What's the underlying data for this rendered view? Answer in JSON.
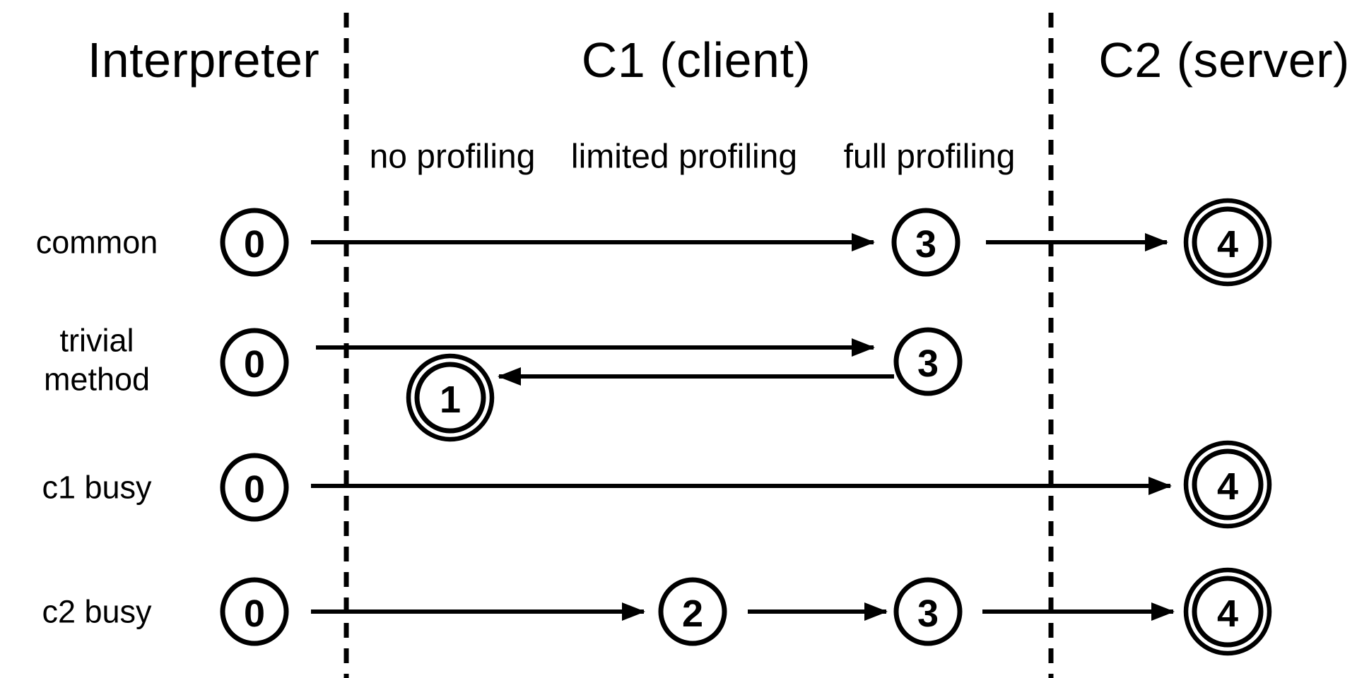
{
  "lanes": {
    "interpreter": {
      "label": "Interpreter"
    },
    "c1": {
      "label": "C1 (client)"
    },
    "c2": {
      "label": "C2 (server)"
    }
  },
  "c1_phases": {
    "no_profiling": "no profiling",
    "limited_profiling": "limited profiling",
    "full_profiling": "full profiling"
  },
  "rows": [
    {
      "label_lines": [
        "common"
      ],
      "nodes": [
        {
          "label": "0",
          "final": false
        },
        {
          "label": "3",
          "final": false
        },
        {
          "label": "4",
          "final": true
        }
      ],
      "transitions": [
        "0→3",
        "3→4"
      ]
    },
    {
      "label_lines": [
        "trivial",
        "method"
      ],
      "nodes": [
        {
          "label": "0",
          "final": false
        },
        {
          "label": "3",
          "final": false
        },
        {
          "label": "1",
          "final": true
        }
      ],
      "transitions": [
        "0→3",
        "3→1"
      ]
    },
    {
      "label_lines": [
        "c1 busy"
      ],
      "nodes": [
        {
          "label": "0",
          "final": false
        },
        {
          "label": "4",
          "final": true
        }
      ],
      "transitions": [
        "0→4"
      ]
    },
    {
      "label_lines": [
        "c2 busy"
      ],
      "nodes": [
        {
          "label": "0",
          "final": false
        },
        {
          "label": "2",
          "final": false
        },
        {
          "label": "3",
          "final": false
        },
        {
          "label": "4",
          "final": true
        }
      ],
      "transitions": [
        "0→2",
        "2→3",
        "3→4"
      ]
    }
  ],
  "colors": {
    "ink": "#000000",
    "background": "#ffffff"
  }
}
